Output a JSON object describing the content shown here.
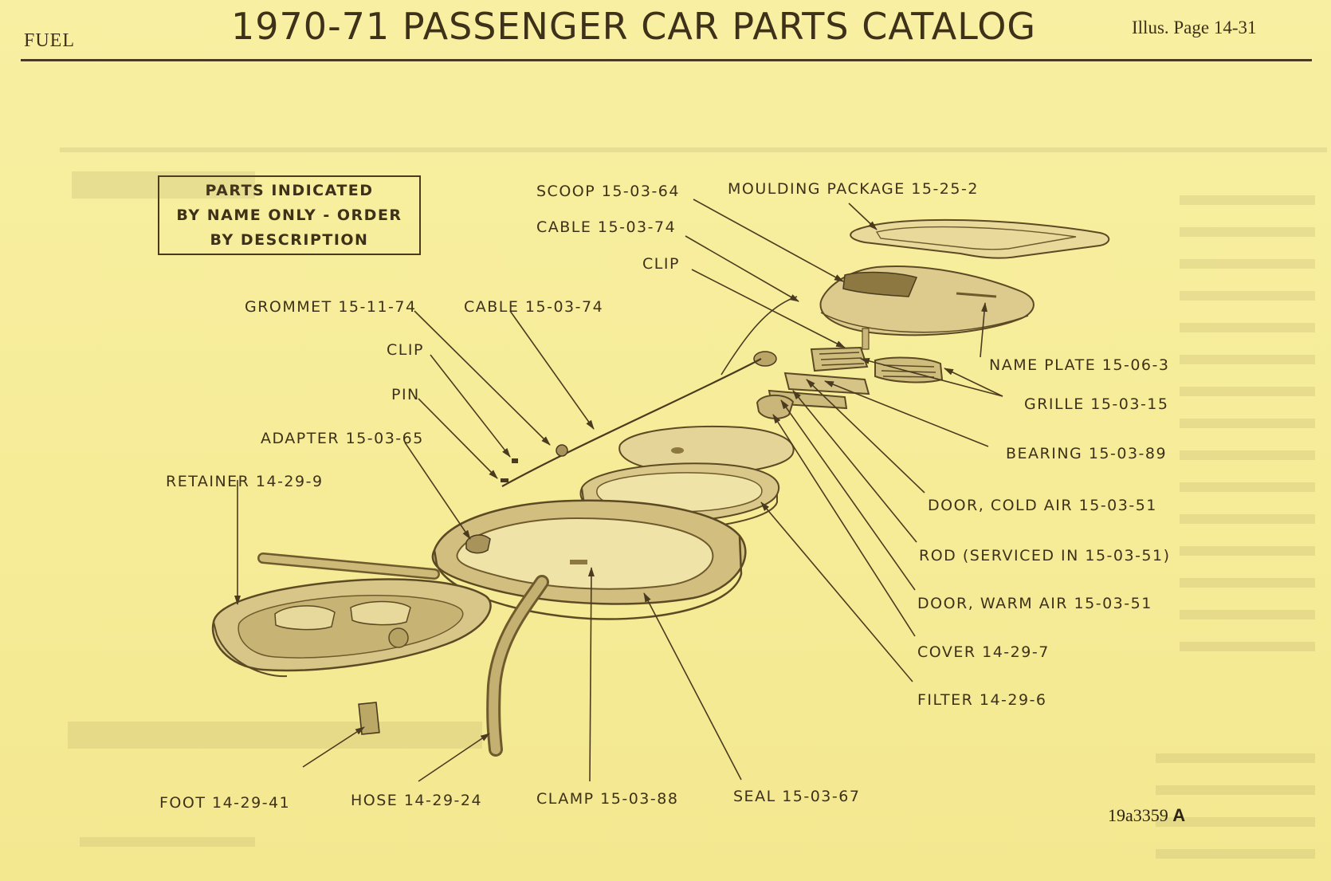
{
  "header": {
    "section": "FUEL",
    "title": "1970-71 PASSENGER CAR PARTS CATALOG",
    "page_ref": "Illus. Page 14-31"
  },
  "notice": {
    "lines": [
      "PARTS INDICATED",
      "BY NAME ONLY - ORDER",
      "BY DESCRIPTION"
    ]
  },
  "callouts": {
    "scoop": "SCOOP 15-03-64",
    "moulding_package": "MOULDING PACKAGE 15-25-2",
    "cable_upper": "CABLE 15-03-74",
    "clip_upper": "CLIP",
    "grommet": "GROMMET 15-11-74",
    "cable_mid": "CABLE 15-03-74",
    "clip_lower": "CLIP",
    "pin": "PIN",
    "adapter": "ADAPTER 15-03-65",
    "retainer": "RETAINER 14-29-9",
    "name_plate": "NAME PLATE 15-06-3",
    "grille": "GRILLE 15-03-15",
    "bearing": "BEARING 15-03-89",
    "door_cold_air": "DOOR, COLD AIR 15-03-51",
    "rod": "ROD (SERVICED IN 15-03-51)",
    "door_warm_air": "DOOR, WARM AIR 15-03-51",
    "cover": "COVER 14-29-7",
    "filter": "FILTER 14-29-6",
    "foot": "FOOT 14-29-41",
    "hose": "HOSE 14-29-24",
    "clamp": "CLAMP 15-03-88",
    "seal": "SEAL 15-03-67"
  },
  "figure": {
    "id": "19a3359",
    "suffix": "A"
  }
}
